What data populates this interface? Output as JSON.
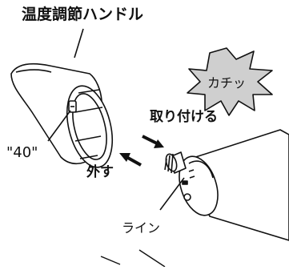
{
  "labels": {
    "handle": "温度調節ハンドル",
    "click_sound": "カチッ",
    "attach": "取り付ける",
    "remove": "外す",
    "marker_40": "\"40\"",
    "line": "ライン"
  },
  "colors": {
    "ink": "#111111",
    "burst_fill": "#cfcfcf",
    "paper": "#ffffff"
  },
  "icons": {
    "attach_arrow": "arrow-right-down",
    "remove_arrow": "arrow-left-up"
  }
}
